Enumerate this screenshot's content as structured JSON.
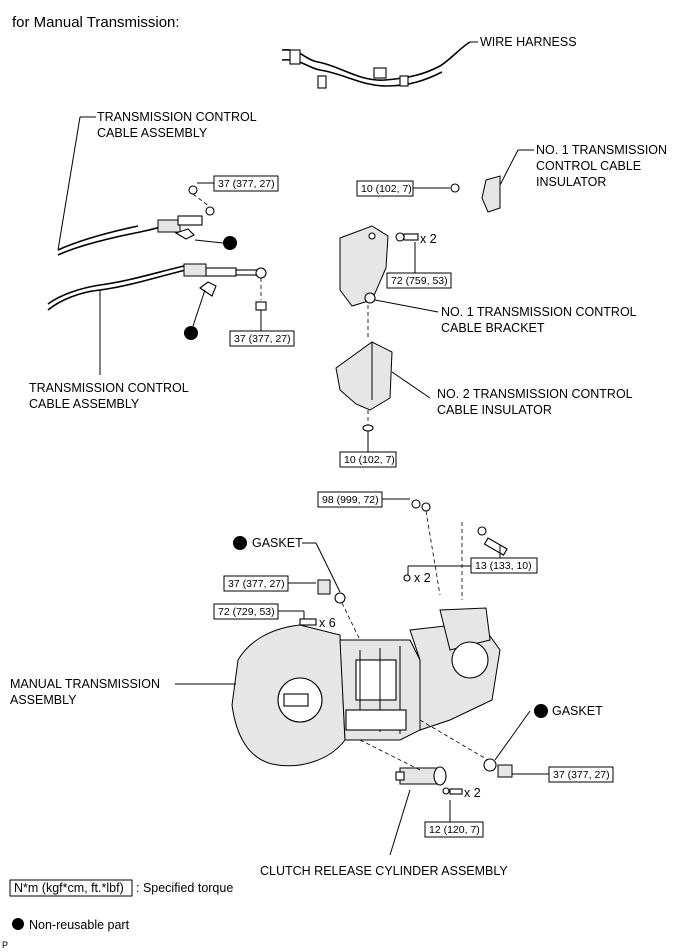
{
  "title": "for Manual Transmission:",
  "labels": {
    "wire_harness": "WIRE HARNESS",
    "cable_assy_top_1": "TRANSMISSION CONTROL",
    "cable_assy_top_2": "CABLE ASSEMBLY",
    "insulator1_1": "NO. 1 TRANSMISSION",
    "insulator1_2": "CONTROL CABLE",
    "insulator1_3": "INSULATOR",
    "bracket_1": "NO. 1 TRANSMISSION CONTROL",
    "bracket_2": "CABLE BRACKET",
    "cable_assy_bottom_1": "TRANSMISSION CONTROL",
    "cable_assy_bottom_2": "CABLE ASSEMBLY",
    "insulator2_1": "NO. 2 TRANSMISSION CONTROL",
    "insulator2_2": "CABLE INSULATOR",
    "gasket_top": "GASKET",
    "gasket_right": "GASKET",
    "manual_trans_1": "MANUAL TRANSMISSION",
    "manual_trans_2": "ASSEMBLY",
    "clutch_cyl": "CLUTCH RELEASE CYLINDER ASSEMBLY"
  },
  "torques": {
    "cable_end_upper": "37 (377, 27)",
    "insulator_bolt": "10 (102, 7)",
    "bracket_bolt": "72 (759, 53)",
    "cable_end_lower": "37 (377, 27)",
    "insulator2_nut": "10 (102, 7)",
    "upper_bolt": "98 (999, 72)",
    "bolt_13": "13 (133, 10)",
    "plug_top": "37 (377, 27)",
    "bell_bolts": "72 (729, 53)",
    "plug_right": "37 (377, 27)",
    "clutch_bolt": "12 (120, 7)"
  },
  "quantities": {
    "bracket_bolt": "x 2",
    "bolt_13": "x 2",
    "bell_bolts": "x 6",
    "clutch_bolt": "x 2"
  },
  "legend": {
    "torque_box": "N*m (kgf*cm, ft.*lbf)",
    "torque_text": ": Specified torque",
    "nonreusable": "Non-reusable part"
  },
  "corner_mark": "P"
}
